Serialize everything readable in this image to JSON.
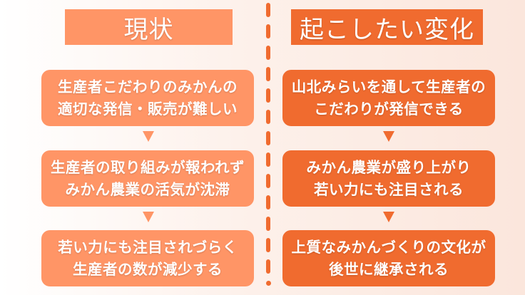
{
  "colors": {
    "current_accent": "#ff9566",
    "change_accent": "#f06b2f",
    "text": "#ffffff"
  },
  "left_column": {
    "title": "現状",
    "steps": [
      {
        "line1": "生産者こだわりのみかんの",
        "line2": "適切な発信・販売が難しい"
      },
      {
        "line1": "生産者の取り組みが報われず",
        "line2": "みかん農業の活気が沈滞"
      },
      {
        "line1": "若い力にも注目されづらく",
        "line2": "生産者の数が減少する"
      }
    ]
  },
  "right_column": {
    "title": "起こしたい変化",
    "steps": [
      {
        "line1": "山北みらいを通して生産者の",
        "line2": "こだわりが発信できる"
      },
      {
        "line1": "みかん農業が盛り上がり",
        "line2": "若い力にも注目される"
      },
      {
        "line1": "上質なみかんづくりの文化が",
        "line2": "後世に継承される"
      }
    ]
  },
  "icons": {
    "arrow": "down-triangle",
    "divider": "dashed-vertical-line"
  }
}
